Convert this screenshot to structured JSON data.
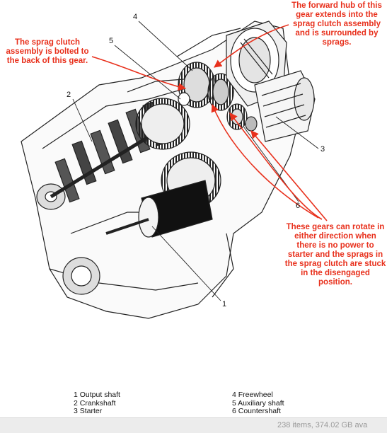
{
  "annotations": {
    "sprag_clutch": "The sprag clutch assembly is bolted to the back of this gear.",
    "forward_hub": "The forward hub of this gear extends into the sprag clutch assembly and is surrounded by sprags.",
    "gears_rotate": "These gears can rotate in either direction when there is no power to starter and the sprags in the sprag clutch are stuck in the disengaged position."
  },
  "callouts": [
    "1",
    "2",
    "3",
    "4",
    "5",
    "6"
  ],
  "legend": {
    "left": [
      "1 Output shaft",
      "2 Crankshaft",
      "3 Starter"
    ],
    "right": [
      "4 Freewheel",
      "5 Auxiliary shaft",
      "6 Countershaft"
    ]
  },
  "status_bar": {
    "text": "238 items, 374.02 GB ava"
  },
  "colors": {
    "annotation": "#e8301c",
    "line_art": "#222222",
    "status_bg": "#ececec"
  }
}
